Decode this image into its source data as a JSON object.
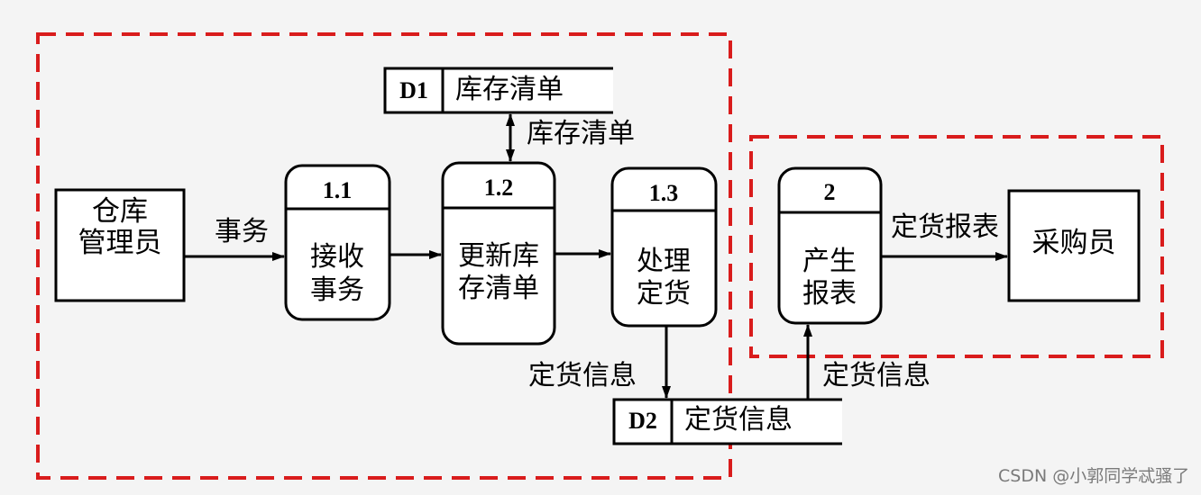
{
  "external_entities": {
    "warehouse_manager": {
      "line1": "仓库",
      "line2": "管理员"
    },
    "purchaser": {
      "label": "采购员"
    }
  },
  "processes": [
    {
      "id": "1.1",
      "line1": "接收",
      "line2": "事务"
    },
    {
      "id": "1.2",
      "line1": "更新库",
      "line2": "存清单"
    },
    {
      "id": "1.3",
      "line1": "处理",
      "line2": "定货"
    },
    {
      "id": "2",
      "line1": "产生",
      "line2": "报表"
    }
  ],
  "data_stores": [
    {
      "id": "D1",
      "label": "库存清单"
    },
    {
      "id": "D2",
      "label": "定货信息"
    }
  ],
  "flows": {
    "transaction": "事务",
    "inventory_list": "库存清单",
    "order_info_out": "定货信息",
    "order_info_in": "定货信息",
    "order_report": "定货报表"
  },
  "colors": {
    "boundary": "#d91c1c",
    "stroke": "#000000",
    "background": "#f4f4f4"
  },
  "watermark": "CSDN @小郭同学忒骚了"
}
